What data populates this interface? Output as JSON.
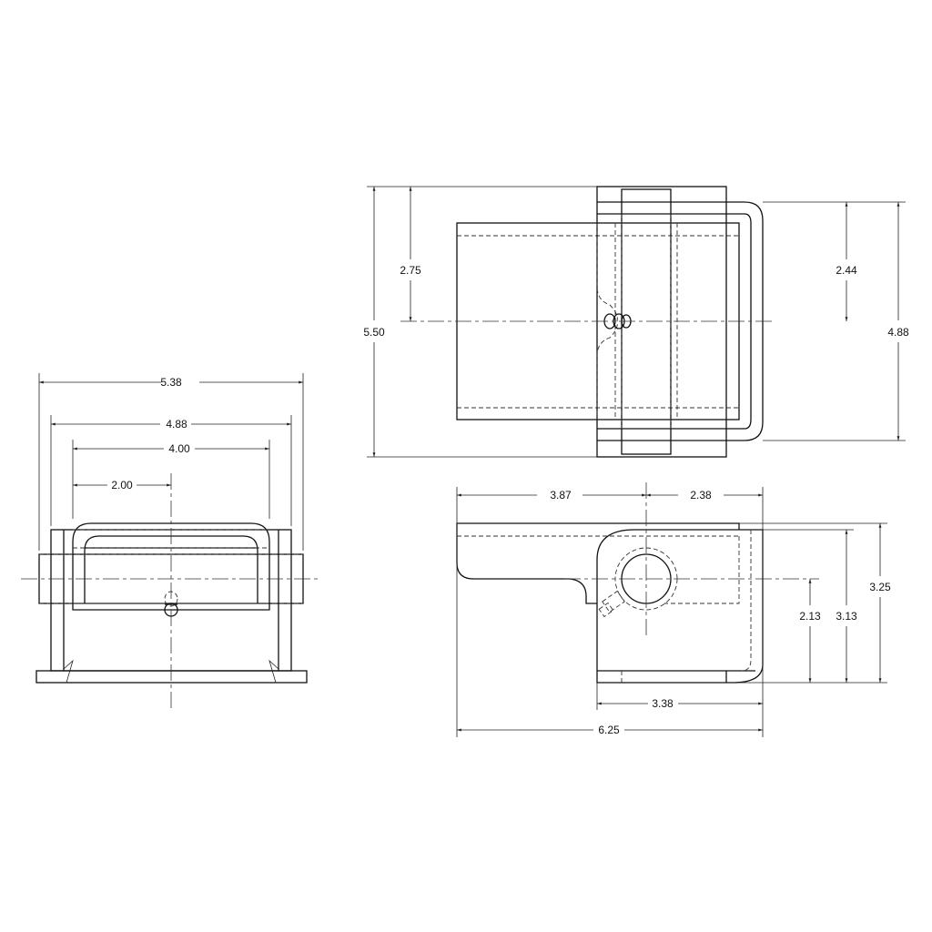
{
  "front_view": {
    "dims": {
      "overall_width": "5.38",
      "frame_width": "4.88",
      "handle_width": "4.00",
      "half_handle": "2.00"
    }
  },
  "top_view": {
    "dims": {
      "overall_length": "5.50",
      "half_length": "2.75",
      "handle_half": "2.44",
      "handle_length": "4.88"
    }
  },
  "side_view": {
    "dims": {
      "to_pin_center": "3.87",
      "pin_to_end": "2.38",
      "frame_depth": "3.38",
      "overall_depth": "6.25",
      "pin_height": "2.13",
      "frame_height": "3.13",
      "overall_height": "3.25"
    }
  }
}
